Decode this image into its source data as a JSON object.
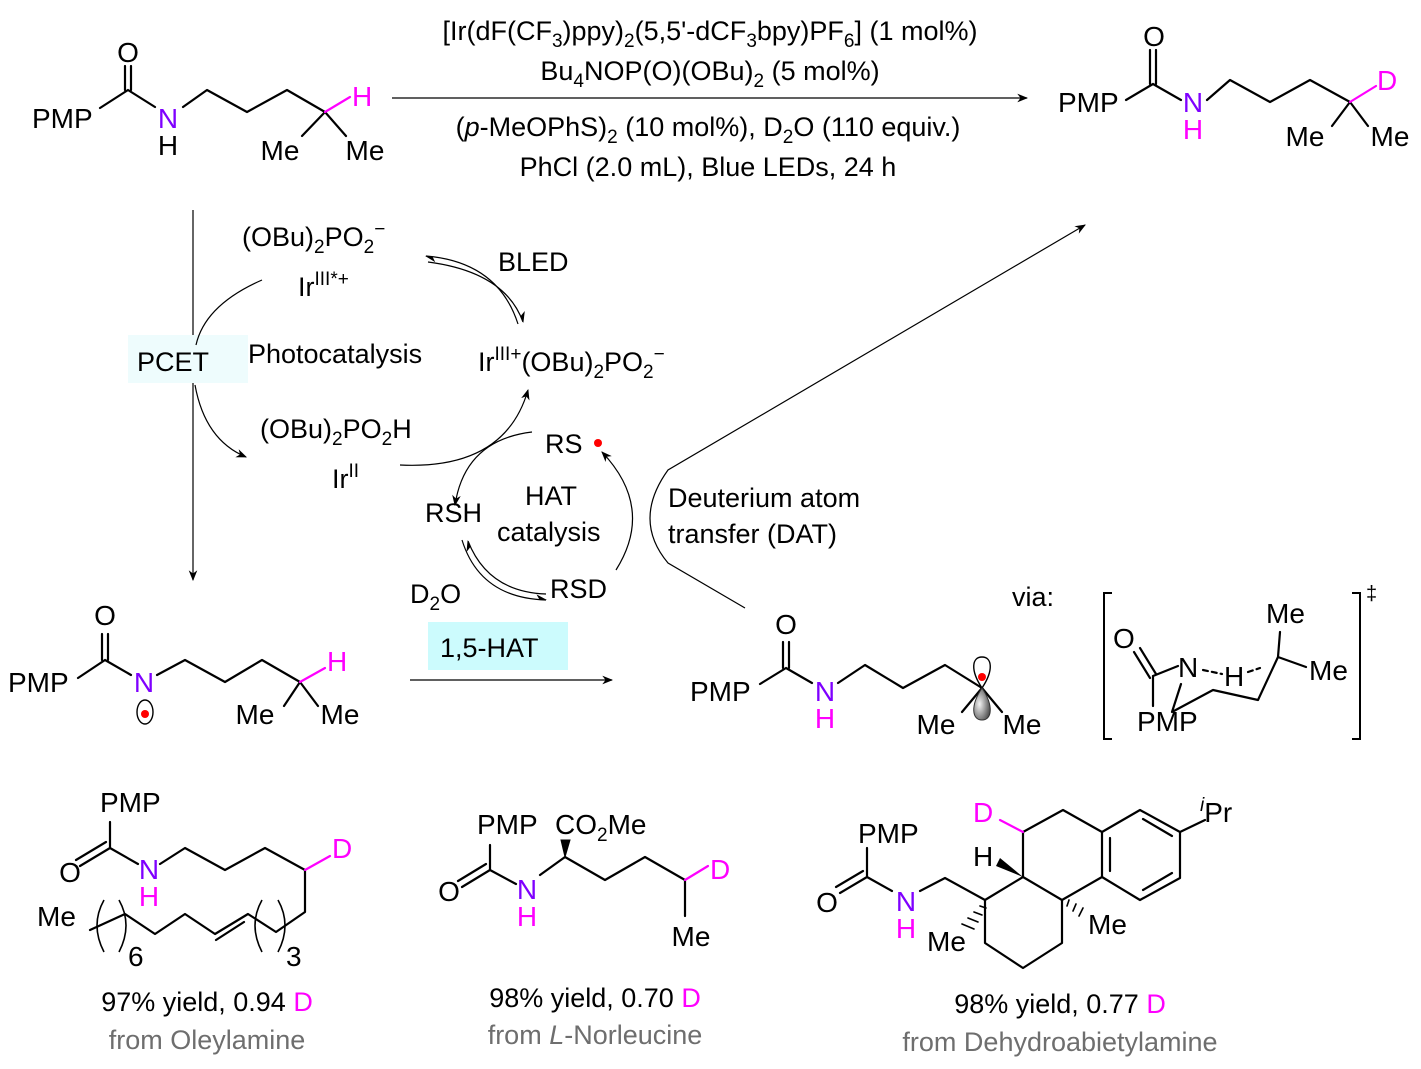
{
  "conditions": {
    "line1": [
      "[Ir(dF(CF",
      {
        "t": "3",
        "s": "sub"
      },
      ")ppy)",
      {
        "t": "2",
        "s": "sub"
      },
      "(5,5'-dCF",
      {
        "t": "3",
        "s": "sub"
      },
      "bpy)PF",
      {
        "t": "6",
        "s": "sub"
      },
      "] (1 mol%)"
    ],
    "line2": [
      "Bu",
      {
        "t": "4",
        "s": "sub"
      },
      "NOP(O)(OBu)",
      {
        "t": "2",
        "s": "sub"
      },
      " (5 mol%)"
    ],
    "line3": [
      "(",
      {
        "t": "p",
        "i": true
      },
      "-MeOPhS)",
      {
        "t": "2",
        "s": "sub"
      },
      " (10 mol%), D",
      {
        "t": "2",
        "s": "sub"
      },
      "O (110 equiv.)"
    ],
    "line4": [
      "PhCl (2.0 mL), Blue LEDs, 24 h"
    ]
  },
  "reactant": {
    "pmp": "PMP",
    "o": "O",
    "n": "N",
    "h_n": "H",
    "h_target": "H",
    "me1": "Me",
    "me2": "Me"
  },
  "product": {
    "pmp": "PMP",
    "o": "O",
    "n": "N",
    "h_n": "H",
    "d": "D",
    "me1": "Me",
    "me2": "Me"
  },
  "cycle": {
    "phosphate_anion": [
      "(OBu)",
      {
        "t": "2",
        "s": "sub"
      },
      "PO",
      {
        "t": "2",
        "s": "sub"
      },
      {
        "t": "−",
        "s": "sup"
      }
    ],
    "ir_excited": [
      "Ir",
      {
        "t": "III",
        "s": "sup"
      },
      {
        "t": "*+",
        "s": "sup"
      }
    ],
    "bled": "BLED",
    "pcet": "PCET",
    "photocatalysis": "Photocatalysis",
    "ir3_phosphate": [
      "Ir",
      {
        "t": "III+",
        "s": "sup"
      },
      "(OBu)",
      {
        "t": "2",
        "s": "sub"
      },
      "PO",
      {
        "t": "2",
        "s": "sub"
      },
      {
        "t": "−",
        "s": "sup"
      }
    ],
    "phosphoric_acid": [
      "(OBu)",
      {
        "t": "2",
        "s": "sub"
      },
      "PO",
      {
        "t": "2",
        "s": "sub"
      },
      "H"
    ],
    "ir2": [
      "Ir",
      {
        "t": "II",
        "s": "sup"
      }
    ],
    "rs": "RS",
    "rsh": "RSH",
    "hat": "HAT",
    "catalysis": "catalysis",
    "d2o": [
      "D",
      {
        "t": "2",
        "s": "sub"
      },
      "O"
    ],
    "rsd": "RSD",
    "dat_line1": "Deuterium atom",
    "dat_line2": "transfer (DAT)",
    "hat15": "1,5-HAT",
    "via": "via:",
    "dagger": "‡"
  },
  "n_radical": {
    "pmp": "PMP",
    "o": "O",
    "n": "N",
    "h": "H",
    "me1": "Me",
    "me2": "Me"
  },
  "c_radical": {
    "pmp": "PMP",
    "o": "O",
    "n": "N",
    "h_n": "H",
    "me1": "Me",
    "me2": "Me"
  },
  "transition_state": {
    "o": "O",
    "n": "N",
    "h": "H",
    "pmp": "PMP",
    "me1": "Me",
    "me2": "Me"
  },
  "examples": [
    {
      "pmp": "PMP",
      "o": "O",
      "n": "N",
      "h": "H",
      "d": "D",
      "me": "Me",
      "n6": "6",
      "n3": "3",
      "yield": [
        "97% yield, 0.94 ",
        {
          "t": "D",
          "c": "#ff00ff"
        }
      ],
      "source": [
        "from Oleylamine"
      ]
    },
    {
      "pmp": "PMP",
      "co2me": [
        "CO",
        {
          "t": "2",
          "s": "sub"
        },
        "Me"
      ],
      "o": "O",
      "n": "N",
      "h": "H",
      "d": "D",
      "me": "Me",
      "yield": [
        "98% yield, 0.70 ",
        {
          "t": "D",
          "c": "#ff00ff"
        }
      ],
      "source": [
        "from ",
        {
          "t": "L",
          "i": true
        },
        "-Norleucine"
      ]
    },
    {
      "pmp": "PMP",
      "o": "O",
      "n": "N",
      "h_n": "H",
      "d": "D",
      "h": "H",
      "me1": "Me",
      "me2": "Me",
      "ipr": [
        {
          "t": "i",
          "s": "sup",
          "i": true
        },
        "Pr"
      ],
      "yield": [
        "98% yield, 0.77 ",
        {
          "t": "D",
          "c": "#ff00ff"
        }
      ],
      "source": [
        "from Dehydroabietylamine"
      ]
    }
  ],
  "colors": {
    "nitrogen": "#7f00ff",
    "isotope": "#ff00ff",
    "radical": "#ff0000",
    "pcet_box": "#eefcfd",
    "hat_box": "#ccfbfd"
  }
}
